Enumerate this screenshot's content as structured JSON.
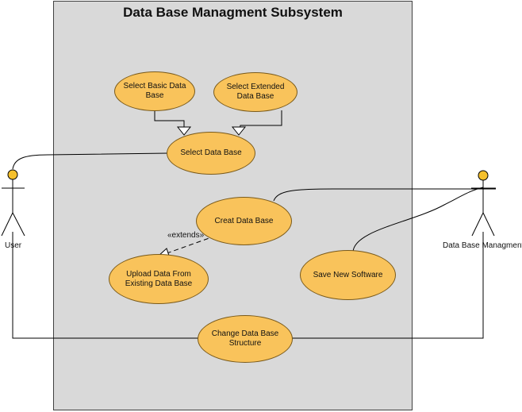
{
  "diagram": {
    "title": "Data Base Managment Subsystem",
    "actors": {
      "user": "User",
      "admin": "Data Base Managment"
    },
    "use_cases": {
      "select_basic": "Select Basic Data Base",
      "select_extended": "Select Extended Data Base",
      "select_db": "Select Data Base",
      "create_db": "Creat Data Base",
      "upload": "Upload Data From Existing Data Base",
      "save_software": "Save New Software",
      "change_structure": "Change Data Base Structure"
    },
    "relationships": {
      "extends_label": "«extends»"
    },
    "colors": {
      "use_case_fill": "#f9c35b",
      "actor_head_fill": "#f5c02c",
      "subsystem_fill": "#d9d9d9"
    }
  }
}
